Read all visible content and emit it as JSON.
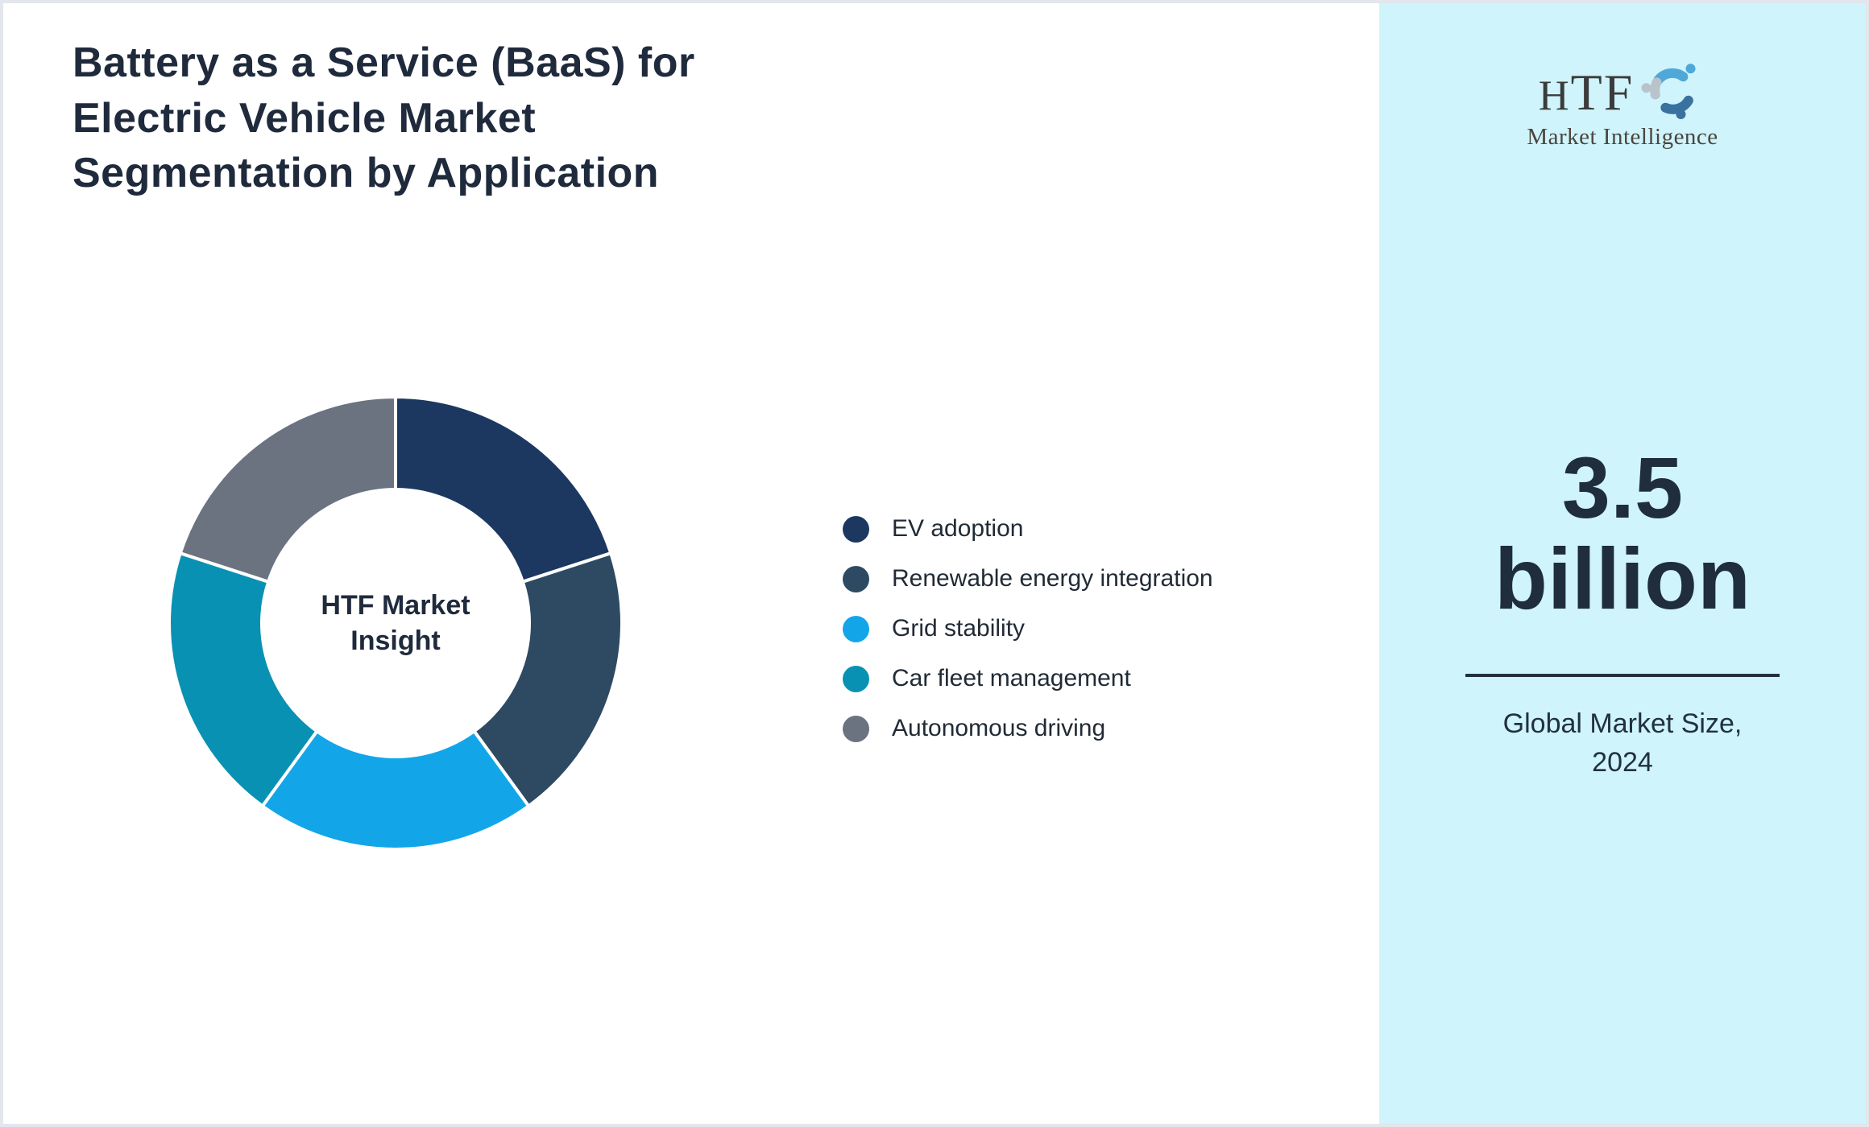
{
  "page": {
    "title": "Battery as a Service (BaaS) for Electric Vehicle Market Segmentation by Application",
    "title_lines": [
      "Battery as a Service (BaaS) for",
      "Electric Vehicle Market",
      "Segmentation by Application"
    ],
    "background": "#ffffff",
    "border_color": "#e3e6ec"
  },
  "chart_data": {
    "type": "pie",
    "subtype": "donut",
    "title": "Battery as a Service (BaaS) for Electric Vehicle Market Segmentation by Application",
    "center_label": "HTF Market Insight",
    "categories": [
      "EV adoption",
      "Renewable energy integration",
      "Grid stability",
      "Car fleet management",
      "Autonomous driving"
    ],
    "values": [
      20,
      20,
      20,
      20,
      20
    ],
    "values_note": "percent share estimated from slice angles; all five slices equal (~72 deg each)",
    "colors": [
      "#1c3861",
      "#2e4a63",
      "#12a6e8",
      "#0991b3",
      "#6b7280"
    ],
    "start_angle_deg": 0,
    "direction": "clockwise",
    "separator_color": "#ffffff",
    "legend_position": "right",
    "data_labels_shown": false
  },
  "sidebar": {
    "background": "#cff4fb",
    "logo": {
      "text": "HTF",
      "subtext": "Market Intelligence",
      "text_color": "#3b3b3b",
      "swirl_colors": [
        "#4fa8d8",
        "#39719f",
        "#b9c3cb"
      ]
    },
    "market_size": {
      "value": "3.5 billion",
      "value_lines": [
        "3.5",
        "billion"
      ],
      "caption": "Global Market Size, 2024",
      "caption_lines": [
        "Global Market Size,",
        "2024"
      ]
    }
  }
}
